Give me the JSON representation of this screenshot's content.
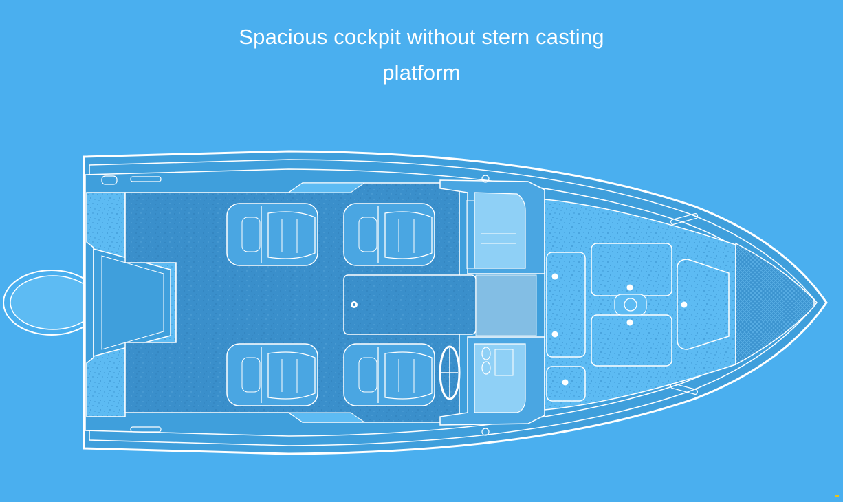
{
  "page": {
    "title_line_1": "Spacious cockpit without stern casting",
    "title_line_2": "platform"
  },
  "colors": {
    "background": "#4aafef",
    "hull": "#3f9fdc",
    "deck_dark": "#3a8fcb",
    "deck_light": "#5dbbf3",
    "console": "#8fd0f6",
    "outline": "#ffffff"
  },
  "illustration": {
    "subject": "boat-top-view",
    "parts": [
      "outboard-motor",
      "rear-deck",
      "cockpit-floor",
      "seat",
      "seat",
      "seat",
      "seat",
      "storage-hatch",
      "console-left",
      "console-right",
      "windshield-passage",
      "steering-wheel",
      "bow-deck",
      "bow-hatch",
      "anchor-locker",
      "cleat"
    ]
  }
}
